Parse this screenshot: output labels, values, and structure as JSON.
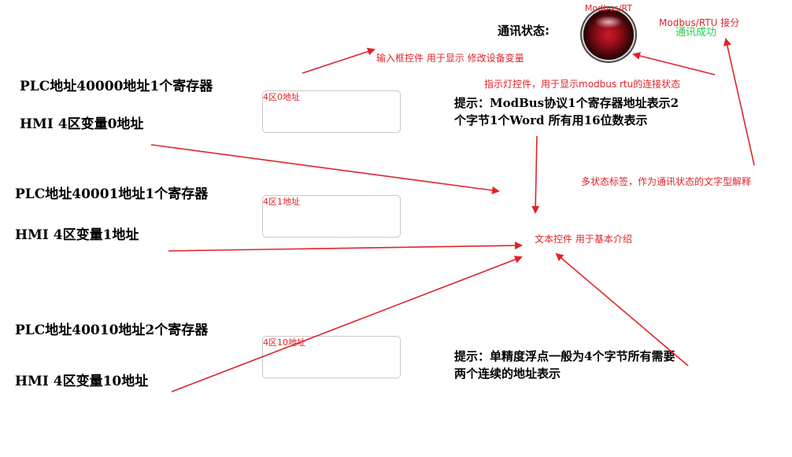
{
  "status": {
    "title": "通讯状态:",
    "indicator_label": "Modbus/RT",
    "button_label": "Modbus/RTU 接分",
    "state_text": "通讯成功",
    "state_color": "#22cc44"
  },
  "registers": [
    {
      "plc": "PLC地址40000地址1个寄存器",
      "hmi": "HMI 4区变量0地址",
      "input_tag": "4区0地址"
    },
    {
      "plc": "PLC地址40001地址1个寄存器",
      "hmi": "HMI 4区变量1地址",
      "input_tag": "4区1地址"
    },
    {
      "plc": "PLC地址40010地址2个寄存器",
      "hmi": "HMI 4区变量10地址",
      "input_tag": "4区10地址"
    }
  ],
  "hints": {
    "hint1": "提示：ModBus协议1个寄存器地址表示2个字节1个Word 所有用16位数表示",
    "hint2": "提示：单精度浮点一般为4个字节所有需要两个连续的地址表示"
  },
  "annotations": {
    "input_control": "输入框控件 用于显示 修改设备变量",
    "indicator_control": "指示灯控件，用于显示modbus rtu的连接状态",
    "multistate_label": "多状态标签，作为通讯状态的文字型解释",
    "text_control": "文本控件 用于基本介绍"
  },
  "colors": {
    "annotation_red": "#e0232a",
    "arrow_red": "#e0232a"
  }
}
